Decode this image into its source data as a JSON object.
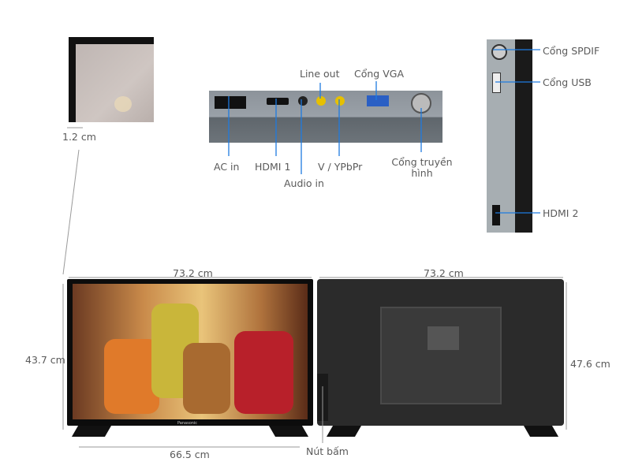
{
  "colors": {
    "callout": "#1e7be0",
    "dimension": "#9a9a9a",
    "label": "#5a5a5a"
  },
  "bezel": {
    "label": "1.2 cm"
  },
  "rear_ports": {
    "line_out": "Line out",
    "vga": "Cổng VGA",
    "ac_in": "AC in",
    "hdmi1": "HDMI 1",
    "audio_in": "Audio in",
    "v_ypbpr": "V / YPbPr",
    "antenna_line1": "Cổng truyền",
    "antenna_line2": "hình"
  },
  "side_ports": {
    "spdif": "Cổng SPDIF",
    "usb": "Cổng USB",
    "hdmi2": "HDMI 2"
  },
  "front": {
    "width": "73.2 cm",
    "height": "43.7 cm",
    "stand_width": "66.5 cm",
    "brand": "Panasonic"
  },
  "back": {
    "width": "73.2 cm",
    "height": "47.6 cm",
    "buttons": "Nút bấm"
  }
}
